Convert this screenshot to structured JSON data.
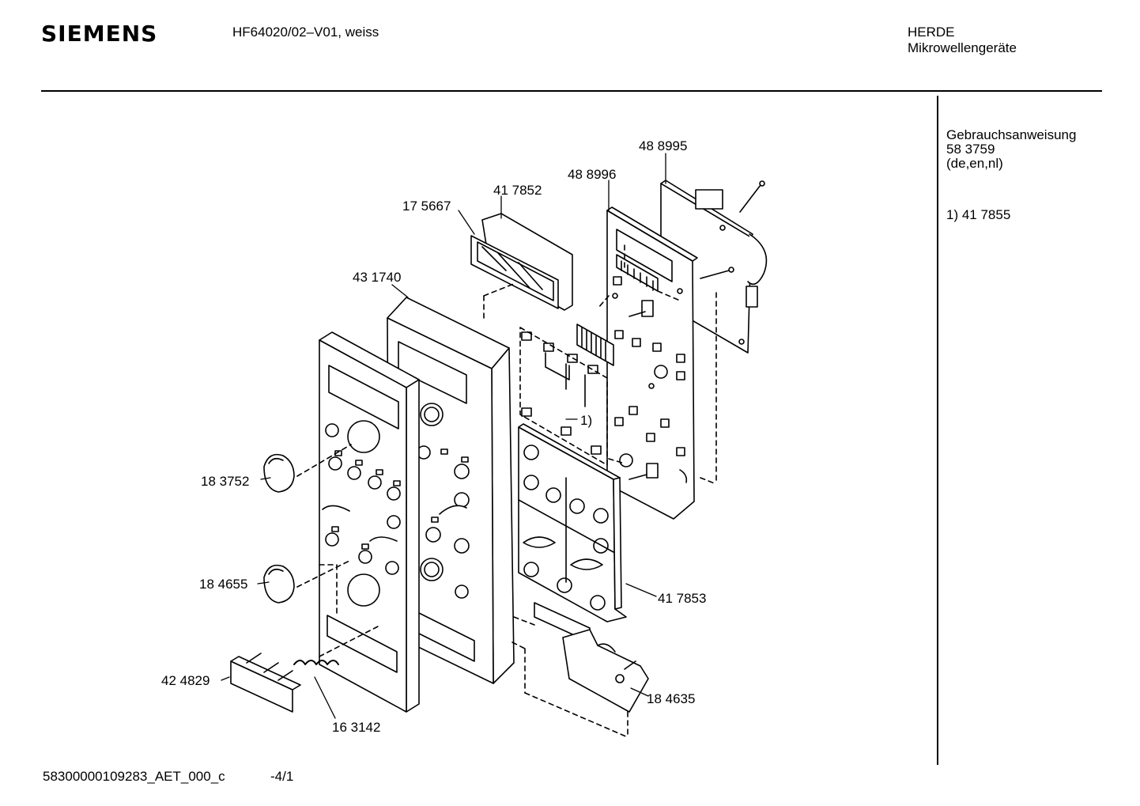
{
  "header": {
    "brand": "SIEMENS",
    "model": "HF64020/02–V01, weiss",
    "category_line1": "HERDE",
    "category_line2": "Mikrowellengeräte"
  },
  "sidebar": {
    "manual_label": "Gebrauchsanweisung",
    "manual_number": "58 3759",
    "manual_langs": "(de,en,nl)",
    "footnote": "1) 41 7855"
  },
  "parts": {
    "p488995": "48 8995",
    "p488996": "48 8996",
    "p417852": "41 7852",
    "p175667": "17 5667",
    "p431740": "43 1740",
    "p183752": "18 3752",
    "p184655": "18 4655",
    "p424829": "42 4829",
    "p163142": "16 3142",
    "p417853": "41 7853",
    "p184635": "18 4635",
    "ref1": "1)"
  },
  "footer": {
    "doc_id": "58300000109283_AET_000_c",
    "page": "-4/1"
  }
}
